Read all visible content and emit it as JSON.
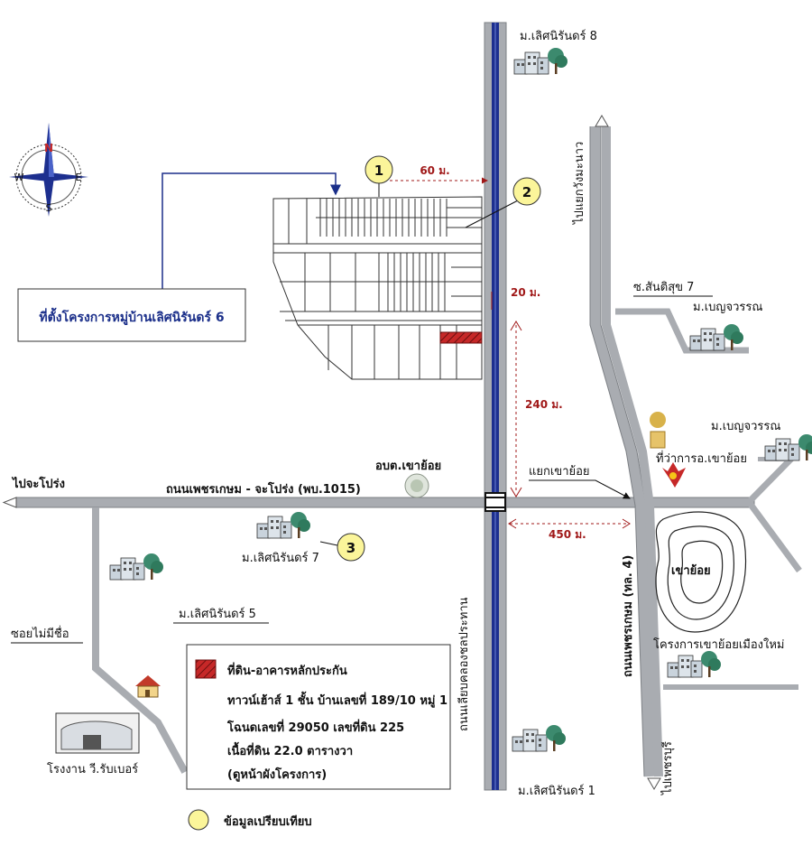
{
  "compass": {
    "north": "N",
    "south": "S",
    "east": "E",
    "west": "W"
  },
  "project": {
    "label": "ที่ตั้งโครงการหมู่บ้านเลิศนิรันดร์ 6"
  },
  "markers": [
    {
      "number": "1"
    },
    {
      "number": "2"
    },
    {
      "number": "3"
    }
  ],
  "distances": {
    "d60": "60 ม.",
    "d20": "20 ม.",
    "d240": "240 ม.",
    "d450": "450 ม."
  },
  "roads": {
    "main": "ถนนเพชรเกษม - จะโปร่ง (พบ.1015)",
    "to_japrong": "ไปจะโปร่ง",
    "canal_road": "ถนนเลียบคลองชลประทาน",
    "highway4": "ถนนเพชรเกษม (ทล. 4)",
    "to_wangmanao": "ไปแยกวังมะนาว",
    "to_phetchaburi": "ไปเพชรบุรี",
    "khaoyoi_junction": "แยกเขาย้อย",
    "soi_santisuk": "ซ.สันติสุข 7",
    "soi_unnamed": "ซอยไม่มีชื่อ"
  },
  "places": {
    "lert8": "ม.เลิศนิรันดร์ 8",
    "lert7": "ม.เลิศนิรันดร์ 7",
    "lert5": "ม.เลิศนิรันดร์ 5",
    "lert1": "ม.เลิศนิรันดร์ 1",
    "benjawan1": "ม.เบญจวรรณ",
    "benjawan2": "ม.เบญจวรรณ",
    "obt": "อบต.เขาย้อย",
    "district_office": "ที่ว่าการอ.เขาย้อย",
    "khaoyoi_hill": "เขาย้อย",
    "new_project": "โครงการเขาย้อยเมืองใหม่",
    "factory": "โรงงาน วี.รับเบอร์"
  },
  "legend": {
    "collateral": "ที่ดิน-อาคารหลักประกัน",
    "line1": "ทาวน์เฮ้าส์ 1 ชั้น บ้านเลขที่ 189/10 หมู่ 1",
    "line2": "โฉนดเลขที่ 29050 เลขที่ดิน 225",
    "line3": "เนื้อที่ดิน  22.0 ตารางวา",
    "line4": "(ดูหน้าผังโครงการ)",
    "compare": "ข้อมูลเปรียบเทียบ"
  },
  "colors": {
    "road": "#a9acb1",
    "canal": "#1d2f8f",
    "collateral": "#c62828",
    "marker": "#fbf59a",
    "label_box_text": "#1b2f8a",
    "distance": "#a01818"
  }
}
